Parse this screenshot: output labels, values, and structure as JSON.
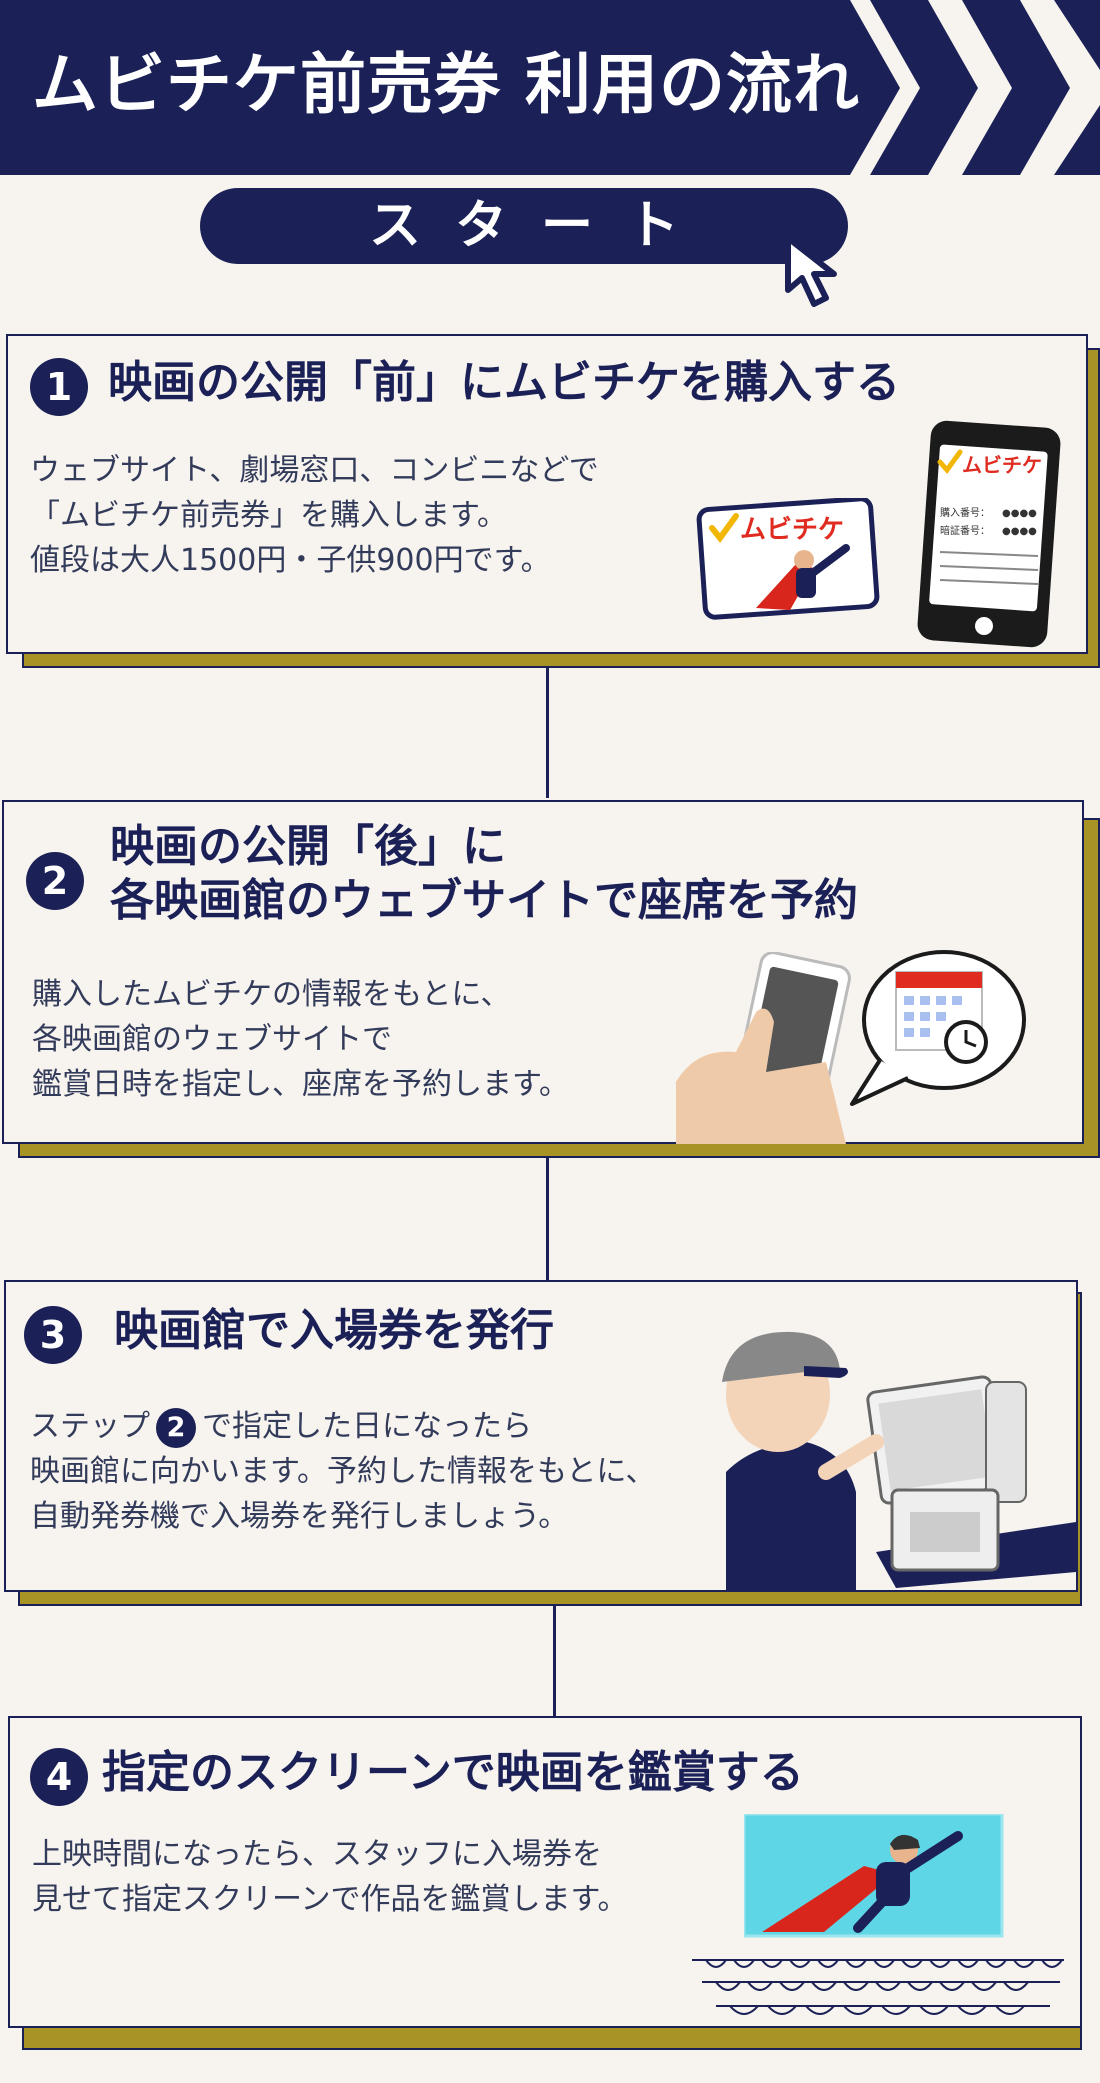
{
  "header": {
    "title": "ムビチケ前売券 利用の流れ",
    "start_label": "スタート"
  },
  "steps": [
    {
      "number": "1",
      "title": "映画の公開「前」にムビチケを購入する",
      "desc": [
        "ウェブサイト、劇場窓口、コンビニなどで",
        "「ムビチケ前売券」を購入します。",
        "値段は大人1500円・子供900円です。"
      ],
      "illustration": {
        "card_logo": "ムビチケ",
        "phone_logo": "ムビチケ",
        "purchase_no_label": "購入番号：",
        "pin_label": "暗証番号：",
        "masked_digits": "●●●●"
      }
    },
    {
      "number": "2",
      "title_line1": "映画の公開「後」に",
      "title_line2": "各映画館のウェブサイトで座席を予約",
      "desc": [
        "購入したムビチケの情報をもとに、",
        "各映画館のウェブサイトで",
        "鑑賞日時を指定し、座席を予約します。"
      ]
    },
    {
      "number": "3",
      "title": "映画館で入場券を発行",
      "desc_line1_before": "ステップ",
      "desc_line1_badge": "2",
      "desc_line1_after": "で指定した日になったら",
      "desc": [
        "映画館に向かいます。予約した情報をもとに、",
        "自動発券機で入場券を発行しましょう。"
      ]
    },
    {
      "number": "4",
      "title": "指定のスクリーンで映画を鑑賞する",
      "desc": [
        "上映時間になったら、スタッフに入場券を",
        "見せて指定スクリーンで作品を鑑賞します。"
      ]
    }
  ],
  "colors": {
    "navy": "#1b2157",
    "mustard": "#a89425",
    "background": "#f7f4ef",
    "logo_red": "#e02b20",
    "logo_check": "#f2b705",
    "screen_cyan": "#5fd6e6"
  },
  "icons": [
    "chevron-arrows-icon",
    "cursor-arrow-icon",
    "calendar-clock-icon",
    "hand-phone-icon",
    "ticket-card-icon",
    "smartphone-icon",
    "kiosk-icon",
    "theater-seats-icon",
    "hero-icon"
  ]
}
